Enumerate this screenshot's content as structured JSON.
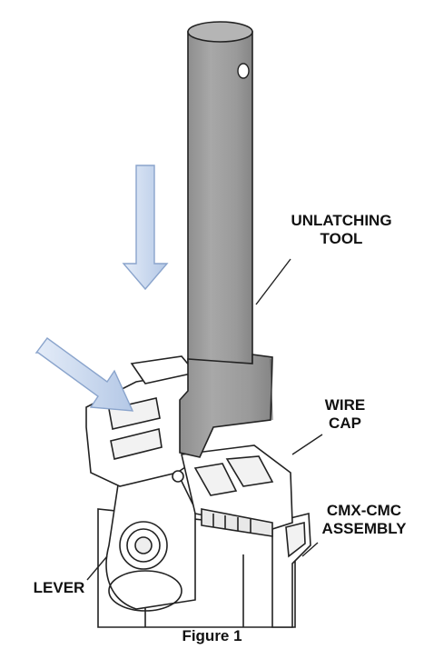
{
  "figure": {
    "caption": "Figure 1"
  },
  "labels": {
    "unlatching_tool": [
      "UNLATCHING",
      "TOOL"
    ],
    "wire_cap": [
      "WIRE",
      "CAP"
    ],
    "cmx_cmc_assembly": [
      "CMX-CMC",
      "ASSEMBLY"
    ],
    "lever": "LEVER"
  },
  "colors": {
    "tool_gray": "#9a9a9a",
    "arrow_fill": "#c8d6ec",
    "arrow_stroke": "#8aa4cc",
    "line": "#222222"
  }
}
